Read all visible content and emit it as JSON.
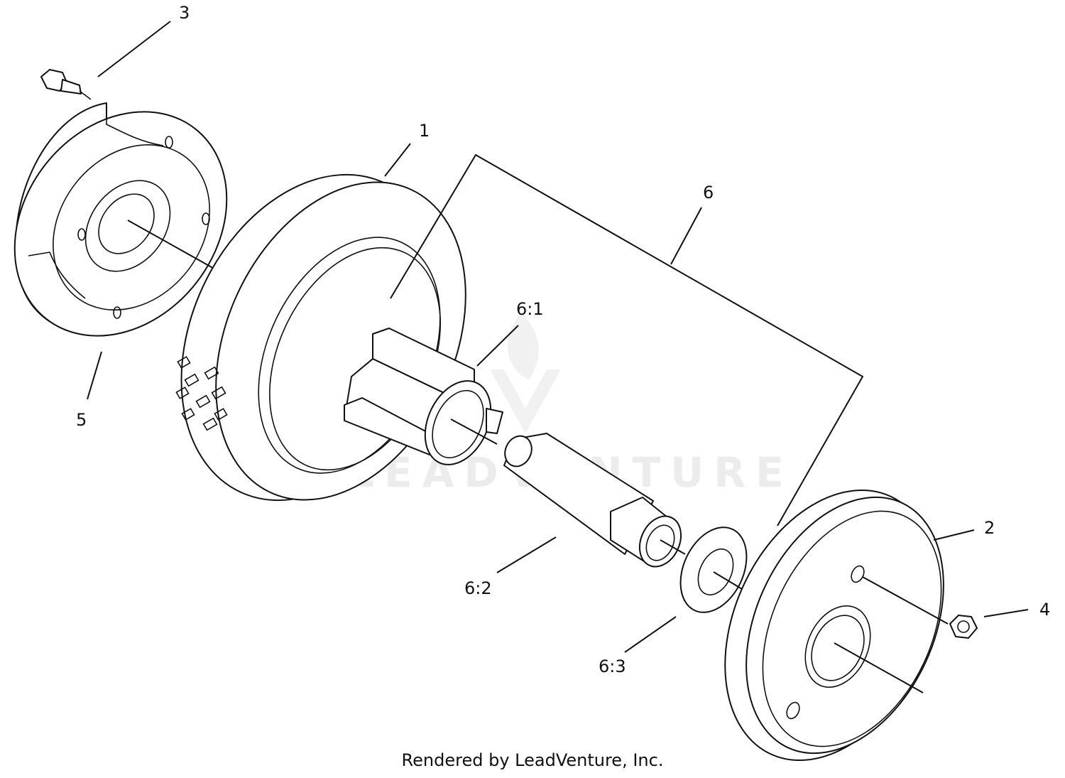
{
  "diagram": {
    "callouts": {
      "c1": "1",
      "c2": "2",
      "c3": "3",
      "c4": "4",
      "c5": "5",
      "c6": "6",
      "c61": "6:1",
      "c62": "6:2",
      "c63": "6:3"
    },
    "watermark": "LEADVENTURE",
    "credit": "Rendered by LeadVenture, Inc."
  }
}
